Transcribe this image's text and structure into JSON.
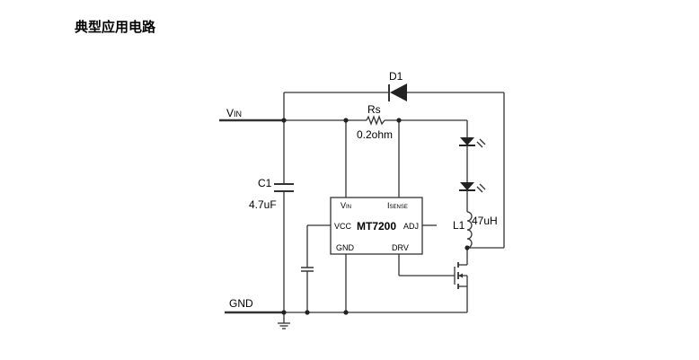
{
  "title": "典型应用电路",
  "labels": {
    "vin_main": "V",
    "vin_sub": "IN",
    "gnd": "GND",
    "d1": "D1",
    "rs": "Rs",
    "rs_value": "0.2ohm",
    "c1": "C1",
    "c1_value": "4.7uF",
    "l1": "L1",
    "l1_value": "47uH"
  },
  "chip": {
    "name": "MT7200",
    "vin_main": "V",
    "vin_sub": "IN",
    "isense_main": "I",
    "isense_sub": "SENSE",
    "vcc": "VCC",
    "adj": "ADJ",
    "gnd": "GND",
    "drv": "DRV"
  }
}
